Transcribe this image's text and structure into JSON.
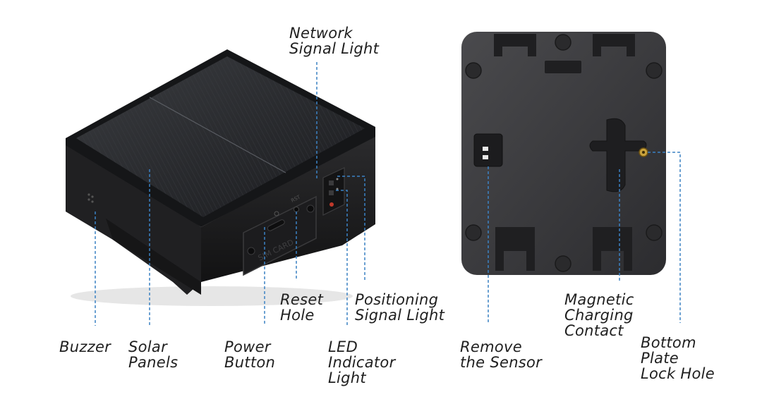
{
  "colors": {
    "leader_line": "#3b82c4",
    "label_text": "#1f1f1f",
    "device_body": "#2a2a2c",
    "solar_panel": "#1d1f22"
  },
  "panel_marking": "SIM CARD",
  "button_marking": "RST",
  "labels": {
    "network_signal_light": [
      "Network",
      "Signal Light"
    ],
    "reset_hole": [
      "Reset",
      "Hole"
    ],
    "positioning_signal_light": [
      "Positioning",
      "Signal Light"
    ],
    "buzzer": [
      "Buzzer"
    ],
    "solar_panels": [
      "Solar",
      "Panels"
    ],
    "power_button": [
      "Power",
      "Button"
    ],
    "led_indicator_light": [
      "LED",
      "Indicator",
      "Light"
    ],
    "remove_the_sensor": [
      "Remove",
      "the Sensor"
    ],
    "magnetic_charging_contact": [
      "Magnetic",
      "Charging",
      "Contact"
    ],
    "bottom_plate_lock_hole": [
      "Bottom",
      "Plate",
      "Lock Hole"
    ]
  }
}
